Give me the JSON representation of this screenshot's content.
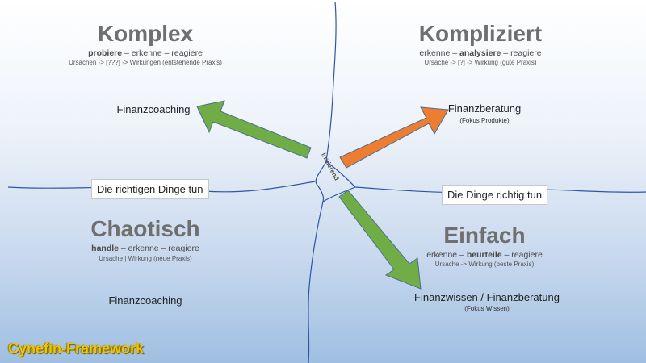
{
  "komplex": {
    "title": "Komplex",
    "verb1": "probiere",
    "rest": " – erkenne – reagiere",
    "sub": "Ursachen -> [???] -> Wirkungen (entstehende Praxis)",
    "label": "Finanzcoaching"
  },
  "kompliziert": {
    "title": "Kompliziert",
    "pre": "erkenne – ",
    "verb": "analysiere",
    "post": " – reagiere",
    "sub": "Ursache -> [?] -> Wirkung (gute Praxis)",
    "label": "Finanzberatung",
    "small": "(Fokus Produkte)"
  },
  "chaotisch": {
    "title": "Chaotisch",
    "verb1": "handle",
    "rest": " – erkenne – reagiere",
    "sub": "Ursache | Wirkung (neue Praxis)",
    "label": "Finanzcoaching"
  },
  "einfach": {
    "title": "Einfach",
    "pre": "erkenne – ",
    "verb": "beurteile",
    "post": " – reagiere",
    "sub": "Ursache -> Wirkung (beste Praxis)",
    "label": "Finanzwissen / Finanzberatung",
    "small": "(Fokus Wissen)"
  },
  "center": {
    "label": "Irritierend"
  },
  "boxes": {
    "left": "Die richtigen Dinge tun",
    "right": "Die Dinge richtig tun"
  },
  "brand": "Cynefin-Framework",
  "colors": {
    "arrow_green": "#70ad47",
    "arrow_orange": "#ed7d31",
    "arrow_border": "#4e6f8f",
    "lines": "#2f55a4"
  }
}
